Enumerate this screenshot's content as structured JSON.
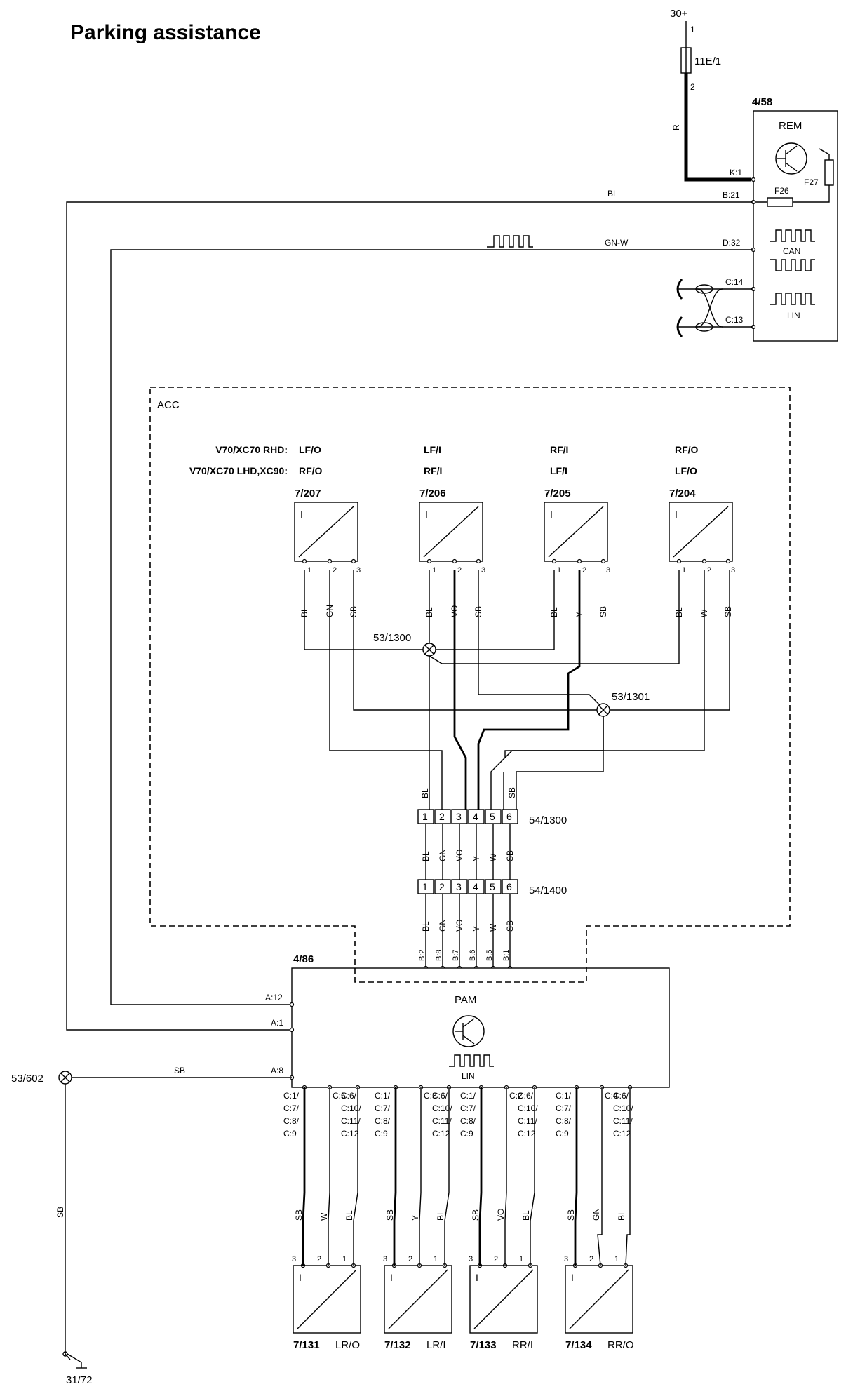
{
  "title": "Parking assistance",
  "supply": {
    "label": "30+",
    "fuse": "11E/1",
    "pin_top": "1",
    "pin_bottom": "2",
    "wire_color": "R"
  },
  "rem_module": {
    "ref": "4/58",
    "name": "REM",
    "fuse_f27": "F27",
    "fuse_f26": "F26",
    "can_label": "CAN",
    "lin_label": "LIN",
    "pins": {
      "k1": "K:1",
      "b21": "B:21",
      "d32": "D:32",
      "c14": "C:14",
      "c13": "C:13"
    }
  },
  "wires": {
    "bl_top": "BL",
    "gnw_top": "GN-W",
    "sb_ground": "SB",
    "sb_pam": "SB"
  },
  "acc_box": {
    "label": "ACC"
  },
  "variant_rows": [
    {
      "label": "V70/XC70 RHD:",
      "values": [
        "LF/O",
        "LF/I",
        "RF/I",
        "RF/O"
      ]
    },
    {
      "label": "V70/XC70 LHD,XC90:",
      "values": [
        "RF/O",
        "RF/I",
        "LF/I",
        "LF/O"
      ]
    }
  ],
  "front_sensors": [
    {
      "ref": "7/207",
      "mark": "I",
      "pins": [
        "1",
        "2",
        "3"
      ],
      "wires": [
        "BL",
        "GN",
        "SB"
      ]
    },
    {
      "ref": "7/206",
      "mark": "I",
      "pins": [
        "1",
        "2",
        "3"
      ],
      "wires": [
        "BL",
        "VO",
        "SB"
      ]
    },
    {
      "ref": "7/205",
      "mark": "I",
      "pins": [
        "1",
        "2",
        "3"
      ],
      "wires": [
        "BL",
        "Y",
        "SB"
      ]
    },
    {
      "ref": "7/204",
      "mark": "I",
      "pins": [
        "1",
        "2",
        "3"
      ],
      "wires": [
        "BL",
        "W",
        "SB"
      ]
    }
  ],
  "splices": {
    "s1300": "53/1300",
    "s1301": "53/1301",
    "s602": "53/602"
  },
  "connector_1300": {
    "ref": "54/1300",
    "pins": [
      "1",
      "2",
      "3",
      "4",
      "5",
      "6"
    ],
    "wires_above": [
      "BL",
      "SB"
    ],
    "wires_below": [
      "BL",
      "GN",
      "VO",
      "Y",
      "W",
      "SB"
    ]
  },
  "connector_1400": {
    "ref": "54/1400",
    "pins": [
      "1",
      "2",
      "3",
      "4",
      "5",
      "6"
    ],
    "wires_below": [
      "BL",
      "GN",
      "VO",
      "Y",
      "W",
      "SB"
    ],
    "pam_pins": [
      "B:2",
      "B:8",
      "B:7",
      "B:6",
      "B:5",
      "B:1"
    ]
  },
  "pam_module": {
    "ref": "4/86",
    "name": "PAM",
    "lin_label": "LIN",
    "pins": {
      "a12": "A:12",
      "a1": "A:1",
      "a8": "A:8"
    }
  },
  "rear_sensors": [
    {
      "ref": "7/131",
      "pos": "LR/O",
      "mark": "I",
      "pins": [
        "3",
        "2",
        "1"
      ],
      "wires": [
        "SB",
        "W",
        "BL"
      ],
      "pin_labels": [
        [
          "C:1/",
          "C:7/",
          "C:8/",
          "C:9"
        ],
        [
          "C:5"
        ],
        [
          "C:6/",
          "C:10/",
          "C:11/",
          "C:12"
        ]
      ]
    },
    {
      "ref": "7/132",
      "pos": "LR/I",
      "mark": "I",
      "pins": [
        "3",
        "2",
        "1"
      ],
      "wires": [
        "SB",
        "Y",
        "BL"
      ],
      "pin_labels": [
        [
          "C:1/",
          "C:7/",
          "C:8/",
          "C:9"
        ],
        [
          "C:3"
        ],
        [
          "C:6/",
          "C:10/",
          "C:11/",
          "C:12"
        ]
      ]
    },
    {
      "ref": "7/133",
      "pos": "RR/I",
      "mark": "I",
      "pins": [
        "3",
        "2",
        "1"
      ],
      "wires": [
        "SB",
        "VO",
        "BL"
      ],
      "pin_labels": [
        [
          "C:1/",
          "C:7/",
          "C:8/",
          "C:9"
        ],
        [
          "C:2"
        ],
        [
          "C:6/",
          "C:10/",
          "C:11/",
          "C:12"
        ]
      ]
    },
    {
      "ref": "7/134",
      "pos": "RR/O",
      "mark": "I",
      "pins": [
        "3",
        "2",
        "1"
      ],
      "wires": [
        "SB",
        "GN",
        "BL"
      ],
      "pin_labels": [
        [
          "C:1/",
          "C:7/",
          "C:8/",
          "C:9"
        ],
        [
          "C:4"
        ],
        [
          "C:6/",
          "C:10/",
          "C:11/",
          "C:12"
        ]
      ]
    }
  ],
  "ground": {
    "ref": "31/72"
  }
}
